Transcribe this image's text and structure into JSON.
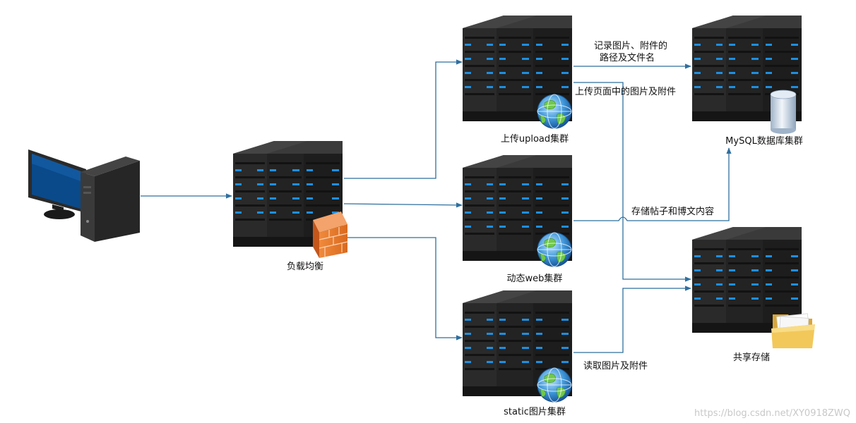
{
  "nodes": {
    "client": {
      "icon": "desktop-computer-icon"
    },
    "load_balancer": {
      "label": "负载均衡",
      "icon": "firewall-icon"
    },
    "upload_cluster": {
      "label": "上传upload集群",
      "icon": "globe-icon"
    },
    "web_cluster": {
      "label": "动态web集群",
      "icon": "globe-icon"
    },
    "static_cluster": {
      "label": "static图片集群",
      "icon": "globe-icon"
    },
    "mysql_cluster": {
      "label": "MySQL数据库集群",
      "icon": "database-cylinder-icon"
    },
    "shared_storage": {
      "label": "共享存储",
      "icon": "folder-icon"
    }
  },
  "edges": {
    "record_paths_line1": "记录图片、附件的",
    "record_paths_line2": "路径及文件名",
    "upload_files": "上传页面中的图片及附件",
    "store_posts": "存储帖子和博文内容",
    "read_files": "读取图片及附件"
  },
  "watermark": "https://blog.csdn.net/XY0918ZWQ",
  "colors": {
    "arrow": "#2f6f9f",
    "server_body": "#2b2b2b",
    "server_led": "#1e8fe0"
  }
}
